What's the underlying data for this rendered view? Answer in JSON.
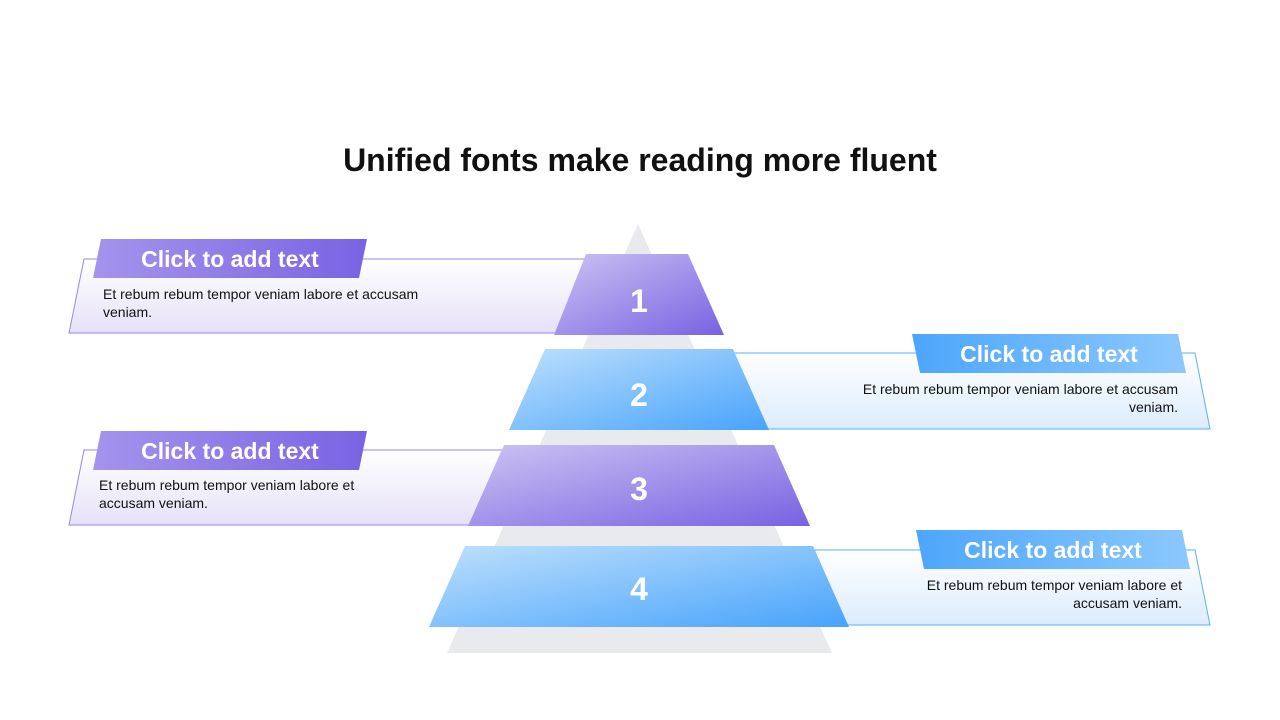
{
  "title": "Unified fonts make reading more fluent",
  "levels": [
    {
      "number": "1",
      "heading": "Click to add text",
      "body": "Et rebum rebum tempor veniam labore et accusam veniam."
    },
    {
      "number": "2",
      "heading": "Click to add text",
      "body": "Et rebum rebum tempor veniam labore et accusam veniam."
    },
    {
      "number": "3",
      "heading": "Click to add text",
      "body": "Et rebum rebum tempor veniam labore et accusam veniam."
    },
    {
      "number": "4",
      "heading": "Click to add text",
      "body": "Et rebum rebum tempor veniam labore et accusam veniam."
    }
  ],
  "colors": {
    "purple_light": "#c9bff2",
    "purple_dark": "#7a63e3",
    "blue_light": "#b8dcfd",
    "blue_dark": "#4aa5fb",
    "pyramid_bg": "#e9eaee"
  }
}
